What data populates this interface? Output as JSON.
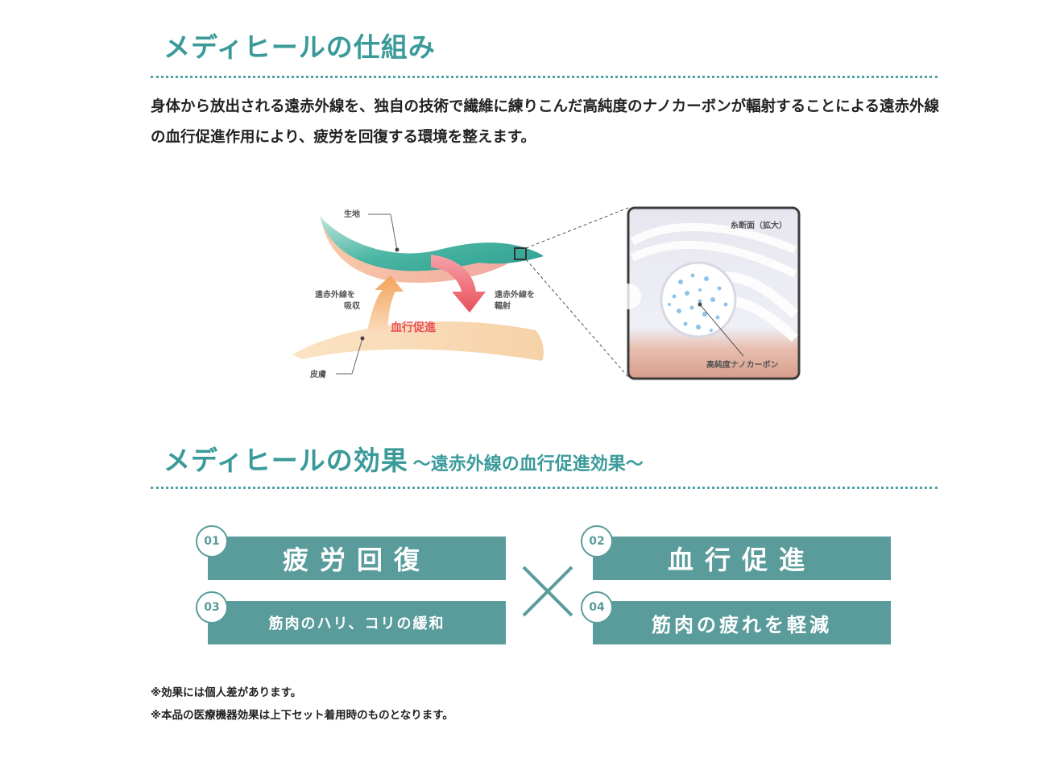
{
  "section1": {
    "title": "メディヒールの仕組み",
    "intro": "身体から放出される遠赤外線を、独自の技術で繊維に練りこんだ高純度のナノカーボンが輻射することによる遠赤外線の血行促進作用により、疲労を回復する環境を整えます。"
  },
  "diagram": {
    "fabric_label": "生地",
    "absorb_label_1": "遠赤外線を",
    "absorb_label_2": "吸収",
    "radiate_label_1": "遠赤外線を",
    "radiate_label_2": "輻射",
    "circulation_label": "血行促進",
    "skin_label": "皮膚",
    "zoom_caption": "糸断面（拡大）",
    "carbon_label": "高純度ナノカーボン"
  },
  "section2": {
    "title": "メディヒールの効果",
    "subtitle": "～遠赤外線の血行促進効果～"
  },
  "effects": [
    {
      "number": "01",
      "label": "疲労回復"
    },
    {
      "number": "02",
      "label": "血行促進"
    },
    {
      "number": "03",
      "label": "筋肉のハリ、コリの緩和"
    },
    {
      "number": "04",
      "label": "筋肉の疲れを軽減"
    }
  ],
  "notes": [
    "※効果には個人差があります。",
    "※本品の医療機器効果は上下セット着用時のものとなります。"
  ],
  "colors": {
    "accent": "#3a9a9a",
    "effect_bg": "#5a9c9c",
    "red_arrow": "#e8505b",
    "orange_arrow": "#f3a35a"
  }
}
